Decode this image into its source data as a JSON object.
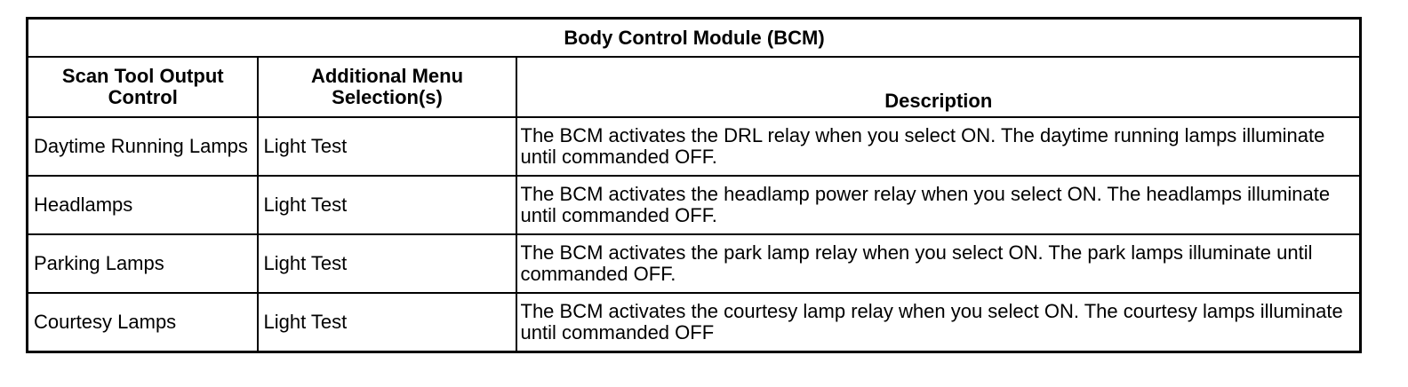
{
  "table": {
    "title": "Body Control Module (BCM)",
    "columns": {
      "output_control": "Scan Tool Output Control",
      "menu_selections": "Additional Menu Selection(s)",
      "description": "Description"
    },
    "rows": [
      {
        "output_control": "Daytime Running Lamps",
        "menu_selections": "Light Test",
        "description": "The BCM activates the DRL relay when you select ON. The daytime running lamps illuminate until commanded OFF."
      },
      {
        "output_control": "Headlamps",
        "menu_selections": "Light Test",
        "description": "The BCM activates the headlamp power relay when you select ON. The headlamps illuminate until commanded OFF."
      },
      {
        "output_control": "Parking Lamps",
        "menu_selections": "Light Test",
        "description": "The BCM activates the park lamp relay when you select ON. The park lamps illuminate until commanded OFF."
      },
      {
        "output_control": "Courtesy Lamps",
        "menu_selections": "Light Test",
        "description": "The BCM activates the courtesy lamp relay when you select ON. The courtesy lamps illuminate until commanded OFF"
      }
    ]
  }
}
